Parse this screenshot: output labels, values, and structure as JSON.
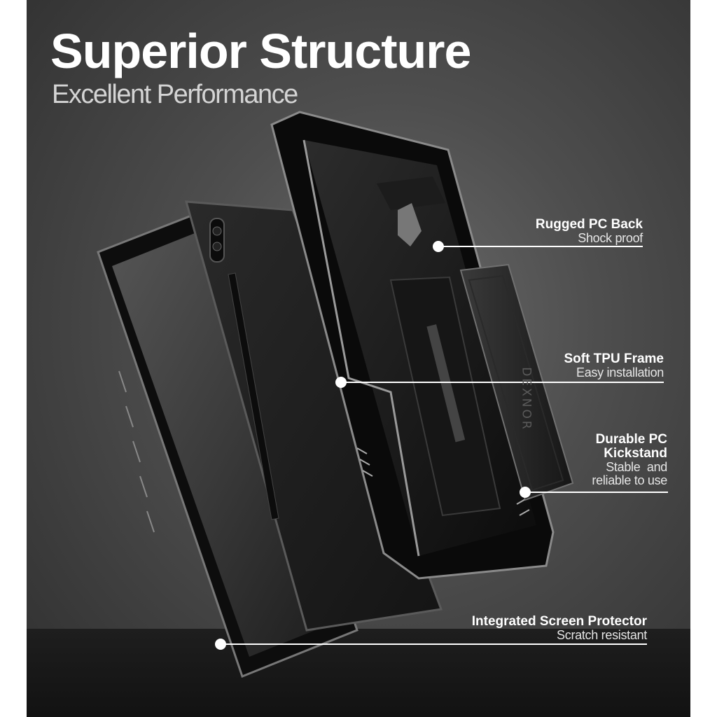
{
  "headline": "Superior Structure",
  "subheadline": "Excellent Performance",
  "brand": "DEXNOR",
  "callouts": [
    {
      "title": "Rugged PC Back",
      "subtitle": "Shock proof"
    },
    {
      "title": "Soft TPU Frame",
      "subtitle": "Easy installation"
    },
    {
      "title": "Durable PC Kickstand",
      "title_lines": [
        "Durable PC",
        "Kickstand"
      ],
      "subtitle": "Stable  and reliable to use",
      "subtitle_lines": [
        "Stable  and",
        "reliable to use"
      ]
    },
    {
      "title": "Integrated Screen Protector",
      "subtitle": "Scratch resistant"
    }
  ],
  "colors": {
    "background": "#4e4e4e",
    "text": "#ffffff",
    "accent_line": "#ffffff",
    "case_black": "#141414"
  }
}
